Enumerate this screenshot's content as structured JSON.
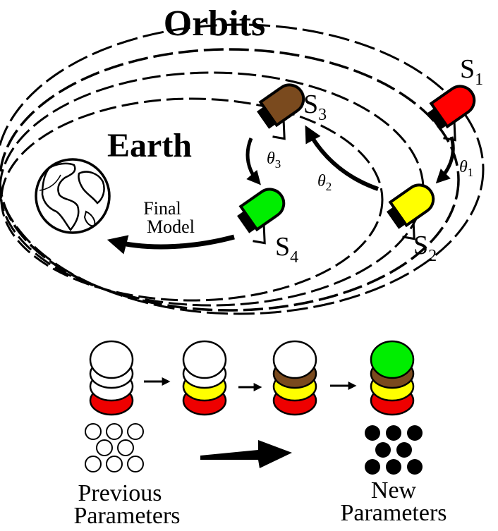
{
  "titles": {
    "orbits": "Orbits",
    "earth": "Earth"
  },
  "satellites": [
    {
      "label": "S",
      "sub": "1",
      "color": "#ff0000"
    },
    {
      "label": "S",
      "sub": "2",
      "color": "#ffff00"
    },
    {
      "label": "S",
      "sub": "3",
      "color": "#7a4a1e"
    },
    {
      "label": "S",
      "sub": "4",
      "color": "#00ee00"
    }
  ],
  "arrows": {
    "theta1": {
      "symbol": "θ",
      "sub": "1"
    },
    "theta2": {
      "symbol": "θ",
      "sub": "2"
    },
    "theta3": {
      "symbol": "θ",
      "sub": "3"
    },
    "final_model_line1": "Final",
    "final_model_line2": "Model"
  },
  "bottom": {
    "previous_line1": "Previous",
    "previous_line2": "Parameters",
    "new_line1": "New",
    "new_line2": "Parameters"
  },
  "colors": {
    "red": "#ee0000",
    "yellow": "#ffff00",
    "brown": "#7a4a1e",
    "green": "#00ee00"
  }
}
